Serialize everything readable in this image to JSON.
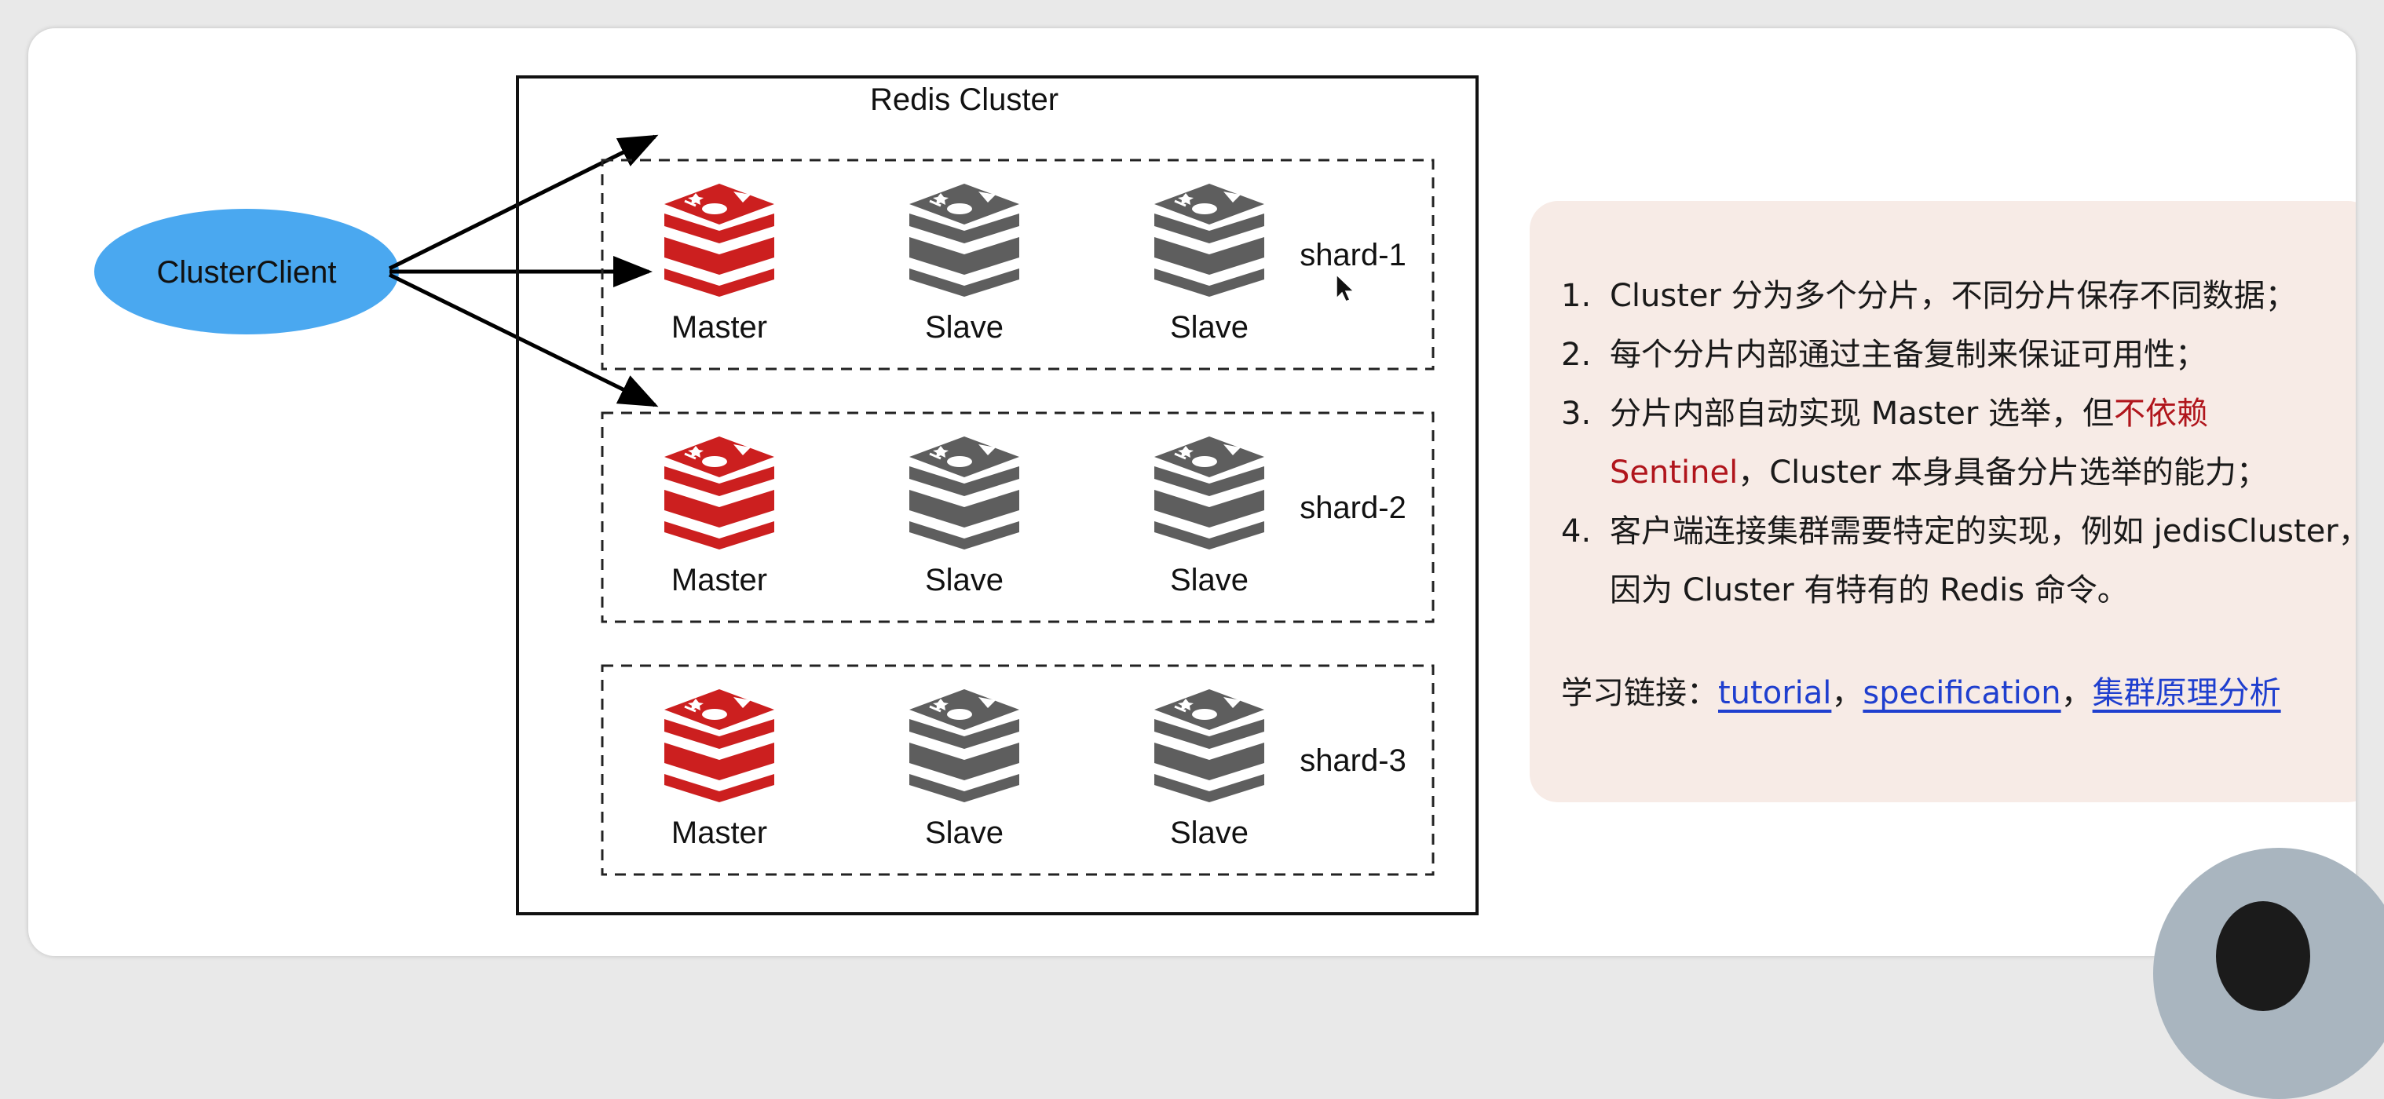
{
  "diagram": {
    "client_label": "ClusterClient",
    "cluster_title": "Redis Cluster",
    "shards": [
      {
        "label": "shard-1",
        "master_label": "Master",
        "slave1_label": "Slave",
        "slave2_label": "Slave"
      },
      {
        "label": "shard-2",
        "master_label": "Master",
        "slave1_label": "Slave",
        "slave2_label": "Slave"
      },
      {
        "label": "shard-3",
        "master_label": "Master",
        "slave1_label": "Slave",
        "slave2_label": "Slave"
      }
    ]
  },
  "notes": {
    "items": [
      {
        "num": "1.",
        "text": "Cluster 分为多个分片，不同分片保存不同数据；"
      },
      {
        "num": "2.",
        "text": "每个分片内部通过主备复制来保证可用性；"
      },
      {
        "num": "3.",
        "text_before": "分片内部自动实现 Master 选举，但",
        "text_red": "不依赖 Sentinel",
        "text_after": "，Cluster 本身具备分片选举的能力；"
      },
      {
        "num": "4.",
        "text": "客户端连接集群需要特定的实现，例如 jedisCluster，因为 Cluster 有特有的 Redis 命令。"
      }
    ],
    "links_label": "学习链接：",
    "links": [
      "tutorial",
      "specification",
      "集群原理分析"
    ],
    "separator": "，"
  },
  "colors": {
    "master": "#cc1f1f",
    "slave": "#5e5e5e",
    "client_fill": "#4aa8f0",
    "panel_bg": "#f7ebe6",
    "highlight": "#b0151c",
    "link": "#1f3fcf"
  },
  "icons": {
    "master": "redis-stack-icon",
    "slave": "redis-stack-icon",
    "cursor": "mouse-pointer-icon"
  }
}
